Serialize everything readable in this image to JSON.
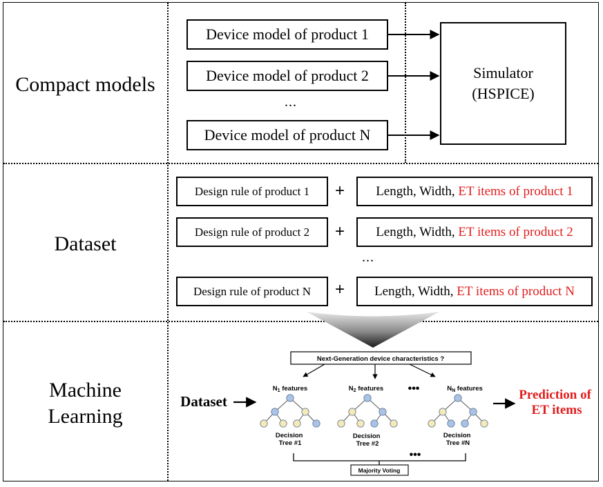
{
  "rows": {
    "compact": "Compact models",
    "dataset": "Dataset",
    "ml_line1": "Machine",
    "ml_line2": "Learning"
  },
  "compact": {
    "device_models": [
      "Device model of product 1",
      "Device model of product 2",
      "Device model of product N"
    ],
    "ellipsis": "...",
    "simulator_line1": "Simulator",
    "simulator_line2": "(HSPICE)"
  },
  "dataset": {
    "rows": [
      {
        "design_rule": "Design rule of product 1",
        "plus": "+",
        "prefix": "Length, Width, ",
        "et": "ET items of product 1"
      },
      {
        "design_rule": "Design rule of product 2",
        "plus": "+",
        "prefix": "Length, Width, ",
        "et": "ET items of product 2"
      },
      {
        "design_rule": "Design rule of product N",
        "plus": "+",
        "prefix": "Length, Width, ",
        "et": "ET items of product N"
      }
    ],
    "ellipsis": "..."
  },
  "ml": {
    "question": "Next-Generation device characteristics ?",
    "dataset_label": "Dataset",
    "features": [
      {
        "base": "N",
        "sub": "1",
        "suffix": " features"
      },
      {
        "base": "N",
        "sub": "2",
        "suffix": " features"
      },
      {
        "base": "N",
        "sub": "N",
        "suffix": " features"
      }
    ],
    "ellipsis": "•••",
    "trees": [
      {
        "line1": "Decision",
        "line2": "Tree #1"
      },
      {
        "line1": "Decision",
        "line2": "Tree #2"
      },
      {
        "line1": "Decision",
        "line2": "Tree #N"
      }
    ],
    "voting": "Majority Voting",
    "prediction_line1": "Prediction of",
    "prediction_line2": "ET items"
  },
  "colors": {
    "accent_red": "#e11d1d",
    "node_blue": "#a9c3e6",
    "node_yellow": "#f5eab6",
    "node_stroke": "#6b7f99"
  }
}
